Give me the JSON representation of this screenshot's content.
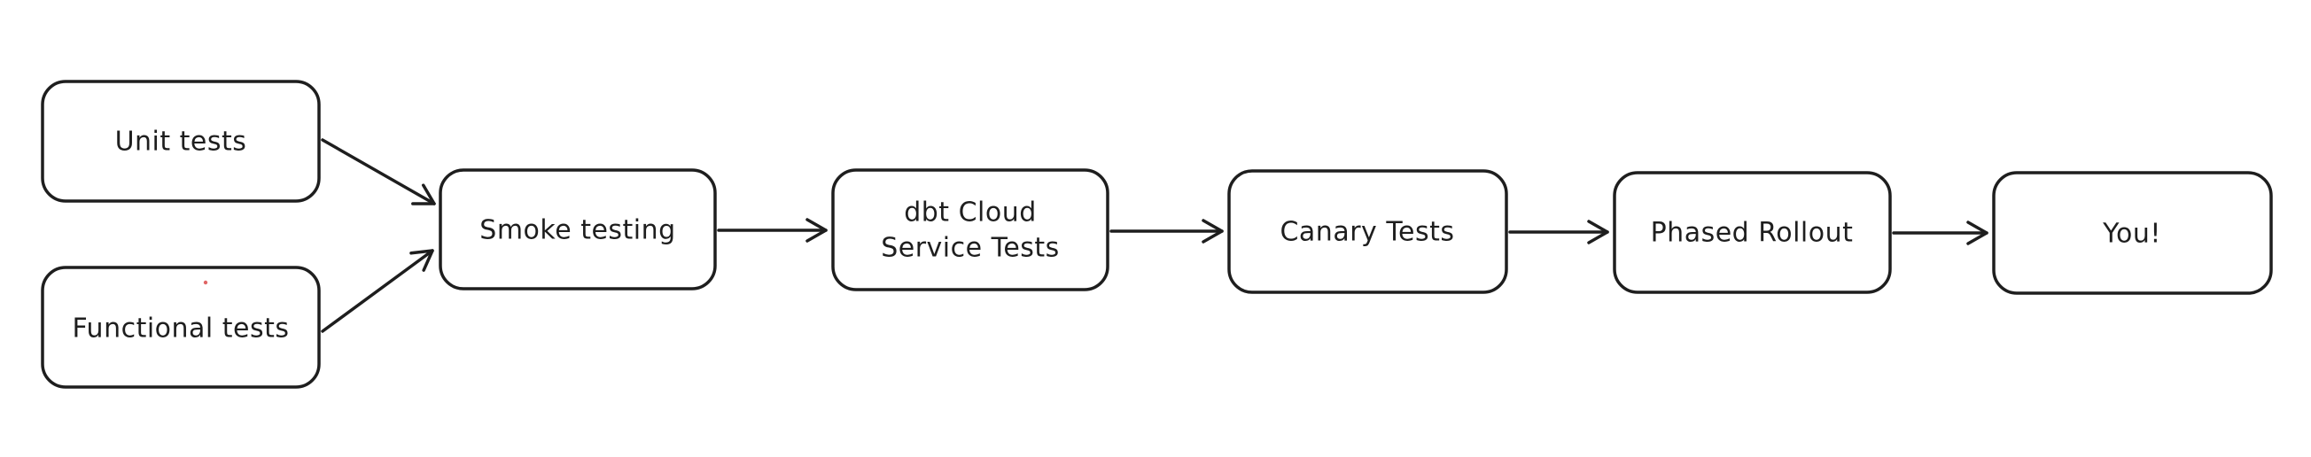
{
  "diagram": {
    "type": "flowchart",
    "colors": {
      "stroke": "#1e1e1e",
      "background": "#ffffff",
      "box_fill": "#ffffff",
      "stray_dot": "#e06666"
    },
    "nodes": [
      {
        "id": "unit-tests",
        "lines": [
          "Unit tests"
        ]
      },
      {
        "id": "functional-tests",
        "lines": [
          "Functional tests"
        ]
      },
      {
        "id": "smoke-testing",
        "lines": [
          "Smoke testing"
        ]
      },
      {
        "id": "dbt-cloud-service-tests",
        "lines": [
          "dbt Cloud",
          "Service Tests"
        ]
      },
      {
        "id": "canary-tests",
        "lines": [
          "Canary Tests"
        ]
      },
      {
        "id": "phased-rollout",
        "lines": [
          "Phased Rollout"
        ]
      },
      {
        "id": "you",
        "lines": [
          "You!"
        ]
      }
    ],
    "edges": [
      {
        "from": "unit-tests",
        "to": "smoke-testing"
      },
      {
        "from": "functional-tests",
        "to": "smoke-testing"
      },
      {
        "from": "smoke-testing",
        "to": "dbt-cloud-service-tests"
      },
      {
        "from": "dbt-cloud-service-tests",
        "to": "canary-tests"
      },
      {
        "from": "canary-tests",
        "to": "phased-rollout"
      },
      {
        "from": "phased-rollout",
        "to": "you"
      }
    ]
  }
}
